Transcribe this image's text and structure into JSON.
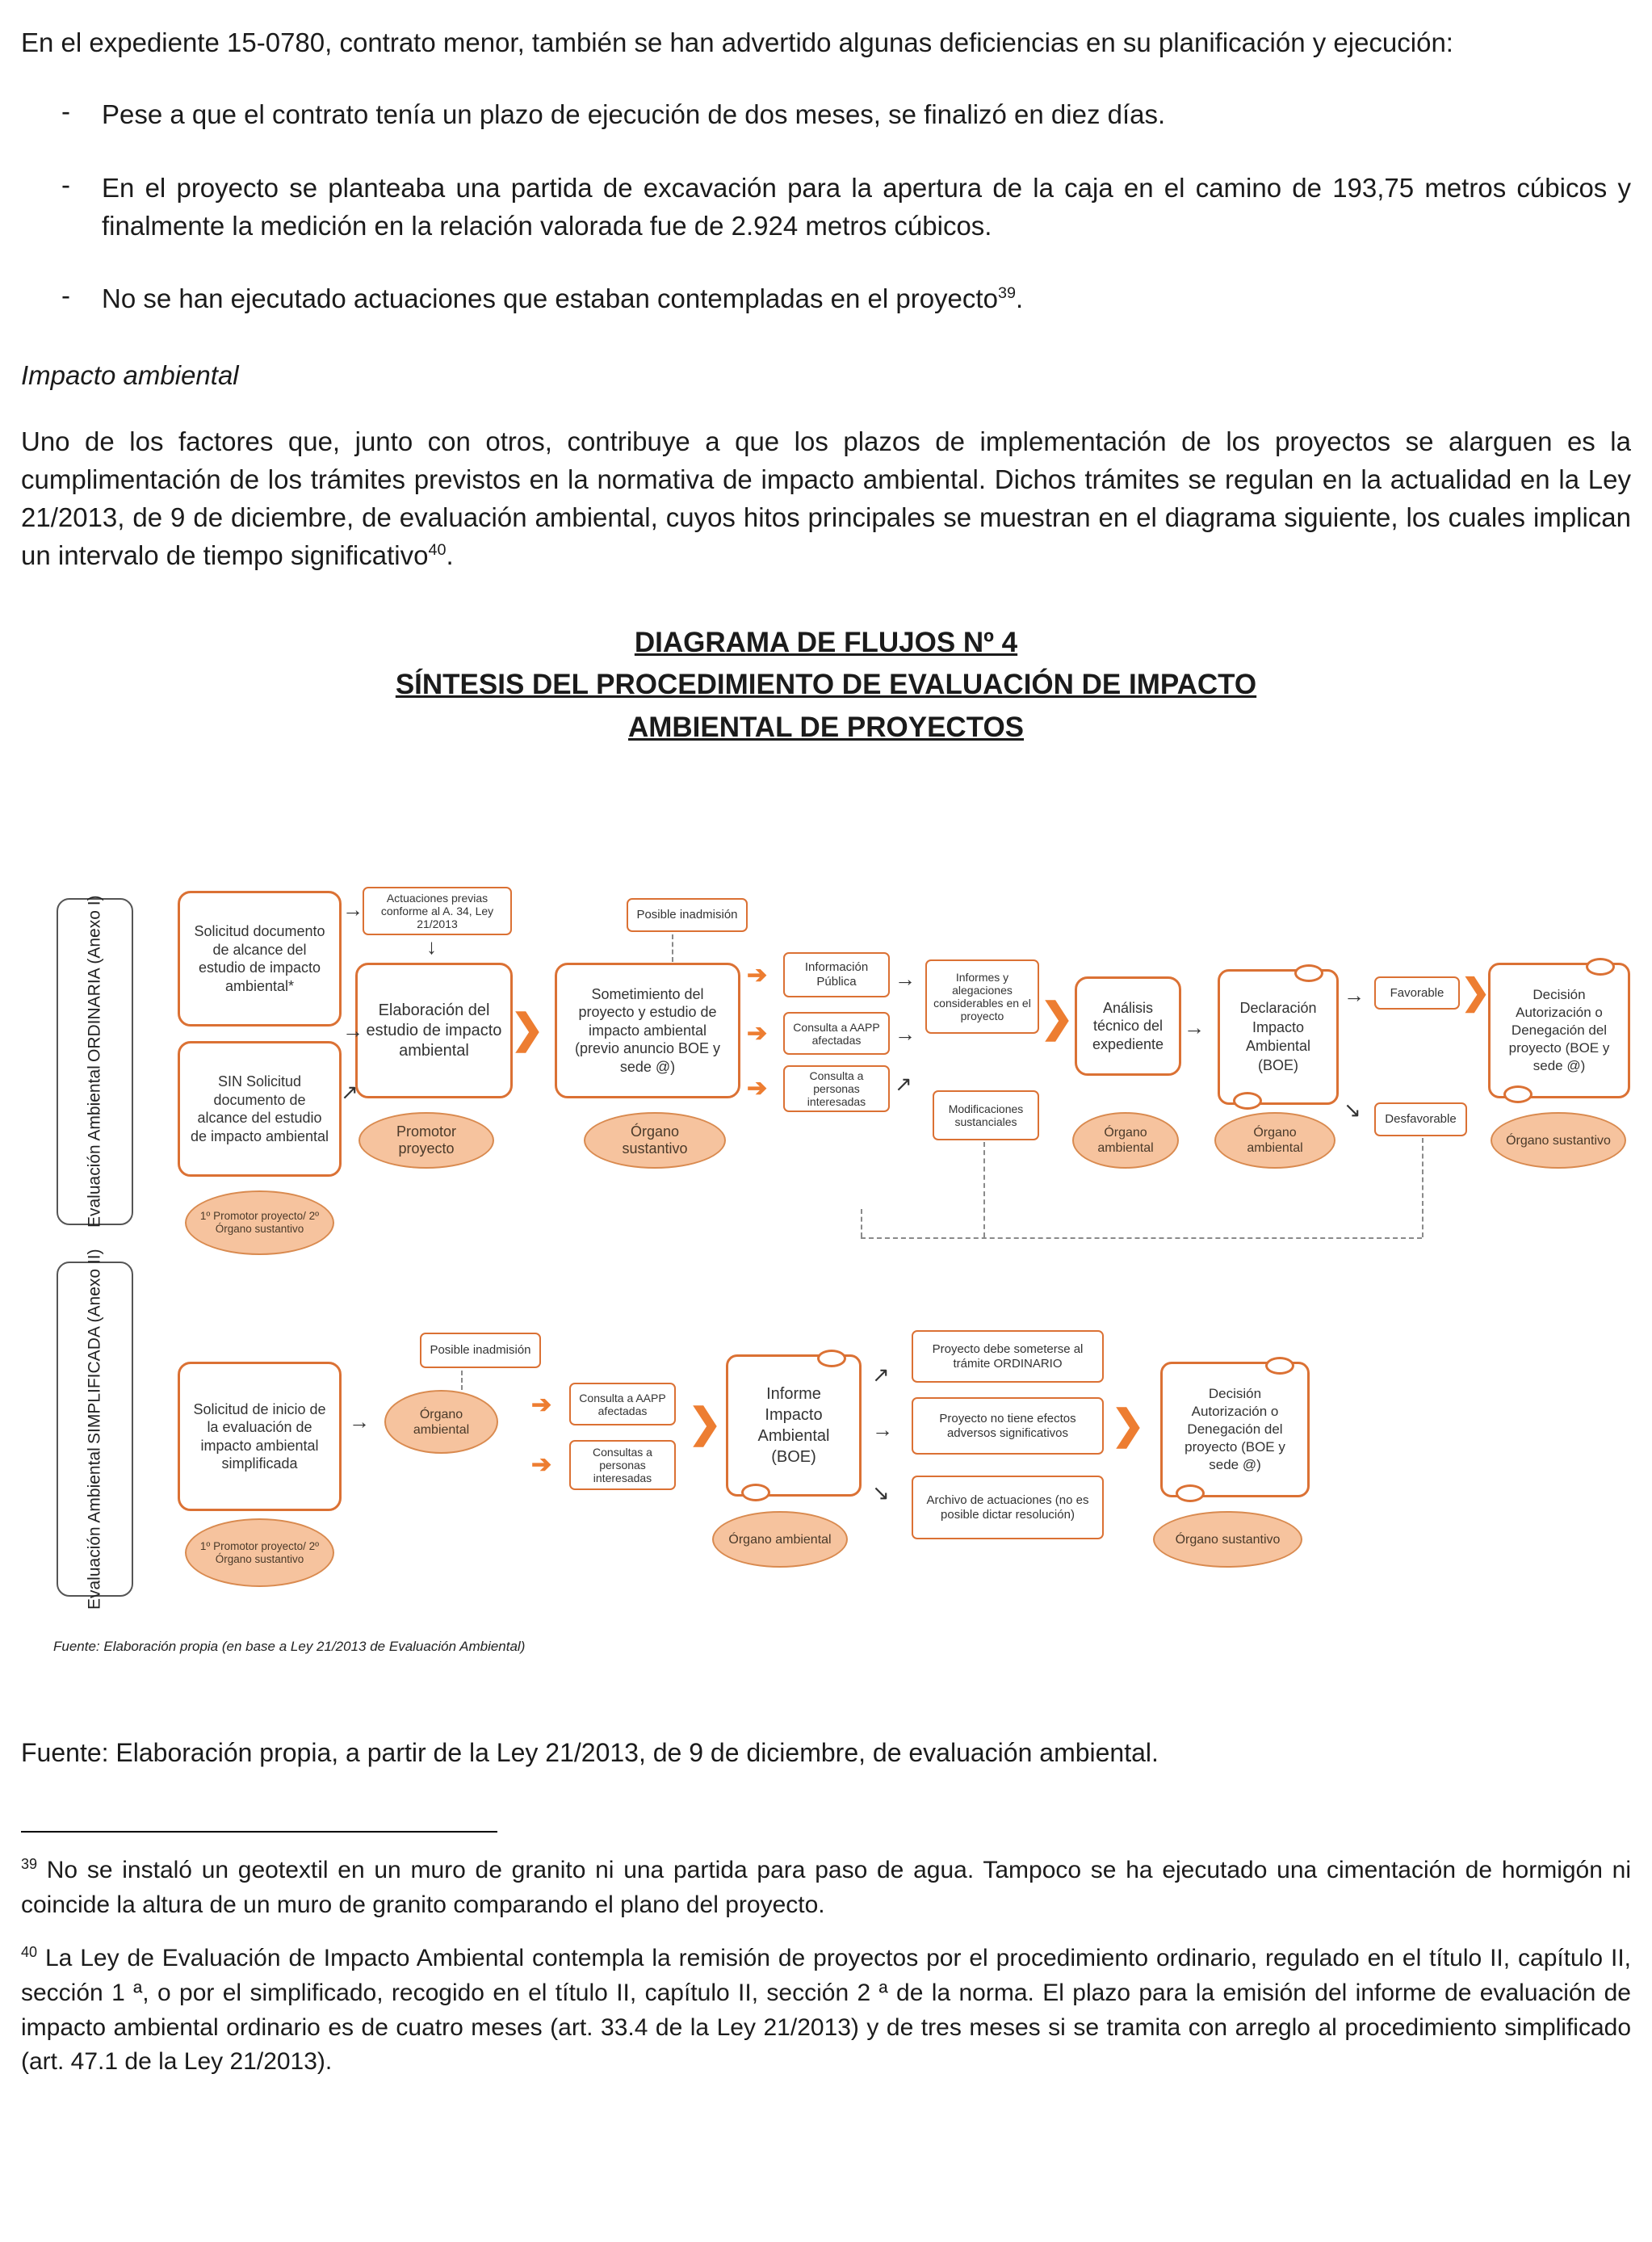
{
  "glyphs": {
    "dash": "-",
    "dot": ".",
    "chevron": "❯",
    "arrow_right": "→",
    "arrow_down": "↓",
    "arrow_ne": "↗",
    "arrow_se": "↘",
    "arrow_orange": "➔"
  },
  "doc": {
    "para1": "En el expediente 15-0780, contrato menor, también se han advertido algunas deficiencias en su planificación y ejecución:",
    "bullets": [
      "Pese a que el contrato tenía un plazo de ejecución de dos meses, se finalizó en diez días.",
      "En el proyecto se planteaba una partida de excavación para la apertura de la caja en el camino de 193,75 metros cúbicos y finalmente la medición en la relación valorada fue de 2.924 metros cúbicos.",
      "No se han ejecutado actuaciones que estaban contempladas en el proyecto"
    ],
    "sup39": "39",
    "heading_italic": "Impacto ambiental",
    "para2": "Uno de los factores que, junto con otros, contribuye a que los plazos de implementación de los proyectos se alarguen es la cumplimentación de los trámites previstos en la normativa de impacto ambiental. Dichos trámites se regulan en la actualidad en la Ley 21/2013, de 9 de diciembre, de evaluación ambiental, cuyos hitos principales se muestran en el diagrama siguiente, los cuales implican un intervalo de tiempo significativo",
    "sup40": "40",
    "title1": "DIAGRAMA DE FLUJOS Nº 4",
    "title2": "SÍNTESIS DEL PROCEDIMIENTO DE EVALUACIÓN DE IMPACTO",
    "title3": "AMBIENTAL DE PROYECTOS"
  },
  "diagram": {
    "lane1_line1": "Evaluación Ambiental",
    "lane1_line2": "ORDINARIA (Anexo I)",
    "lane2_line1": "Evaluación Ambiental",
    "lane2_line2": "SIMPLIFICADA (Anexo II)",
    "nodes": {
      "solicitud": "Solicitud documento de alcance del estudio de impacto ambiental*",
      "actuaciones": "Actuaciones previas conforme al A. 34, Ley 21/2013",
      "sin_solicitud": "SIN Solicitud documento de alcance del estudio de impacto ambiental",
      "promotor_organo": "1º Promotor proyecto/ 2º Órgano sustantivo",
      "elaboracion": "Elaboración del estudio de impacto ambiental",
      "promotor_proyecto": "Promotor proyecto",
      "posible_inadmision": "Posible inadmisión",
      "sometimiento": "Sometimiento del proyecto y estudio de impacto ambiental (previo anuncio BOE y sede @)",
      "organo_sustantivo": "Órgano sustantivo",
      "informacion_publica": "Información Pública",
      "consulta_aapp": "Consulta a AAPP afectadas",
      "consulta_personas": "Consulta a personas interesadas",
      "informes_alegaciones": "Informes y alegaciones considerables en el proyecto",
      "modificaciones": "Modificaciones sustanciales",
      "analisis": "Análisis técnico del expediente",
      "organo_ambiental": "Órgano ambiental",
      "declaracion": "Declaración Impacto Ambiental (BOE)",
      "favorable": "Favorable",
      "desfavorable": "Desfavorable",
      "decision": "Decisión Autorización o Denegación del proyecto (BOE y sede @)",
      "solicitud_inicio": "Solicitud de inicio de la evaluación de impacto ambiental simplificada",
      "consultas_personas2": "Consultas a personas interesadas",
      "informe": "Informe Impacto Ambiental (BOE)",
      "proyecto_ordinario": "Proyecto debe someterse al trámite ORDINARIO",
      "proyecto_no_efectos": "Proyecto no tiene efectos adversos significativos",
      "archivo": "Archivo de actuaciones (no es posible dictar resolución)"
    },
    "fuente_small": "Fuente: Elaboración propia (en base a Ley 21/2013  de Evaluación Ambiental)"
  },
  "footer": {
    "fuente": "Fuente: Elaboración propia, a partir de la Ley 21/2013, de 9 de diciembre, de evaluación ambiental.",
    "fn39_sup": "39",
    "fn39": "No se instaló un geotextil en un muro de granito ni una partida para paso de agua. Tampoco se ha ejecutado una cimentación de hormigón ni coincide la altura de un muro de granito comparando el plano del proyecto.",
    "fn40_sup": "40",
    "fn40": "La Ley de Evaluación de Impacto Ambiental contempla la remisión de proyectos por el procedimiento ordinario, regulado en el título II, capítulo II, sección 1 ª, o por el simplificado, recogido en el título II, capítulo II, sección 2 ª de la norma. El plazo para la emisión del informe de evaluación de impacto ambiental ordinario es de cuatro meses (art. 33.4 de la Ley 21/2013) y de tres meses si se tramita con arreglo al procedimiento simplificado (art. 47.1 de la Ley 21/2013)."
  }
}
